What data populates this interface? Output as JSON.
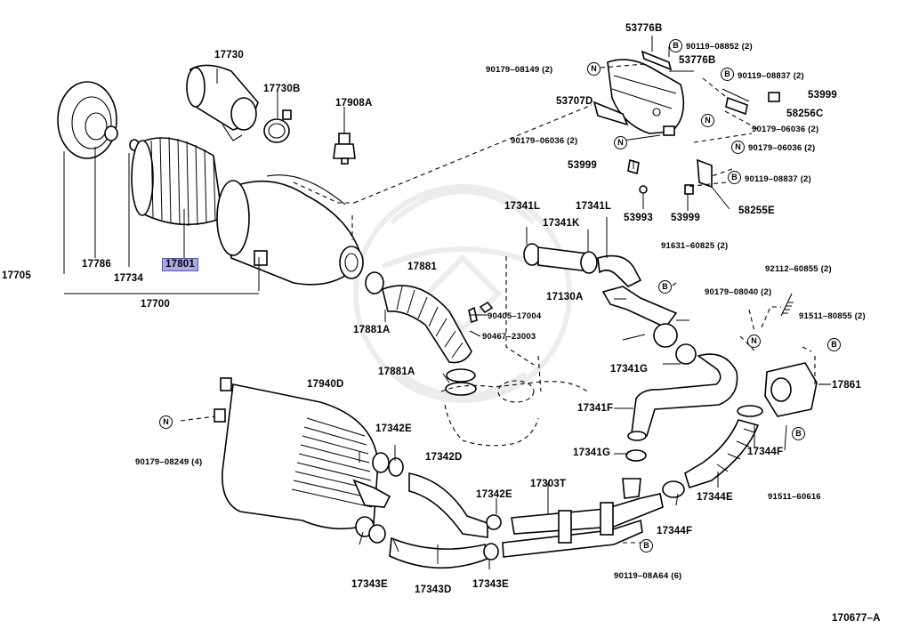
{
  "diagram_code": "170677–A",
  "selected_part": "17801",
  "badge_letters": {
    "nut": "N",
    "bolt": "B"
  },
  "labels": {
    "p17705": "17705",
    "p17786": "17786",
    "p17734": "17734",
    "p17801": "17801",
    "p17700": "17700",
    "p17730": "17730",
    "p17730B": "17730B",
    "p17908A": "17908A",
    "p53776B_a": "53776B",
    "p53776B_b": "53776B",
    "p90119_08852": "90119–08852 (2)",
    "p90179_08149": "90179–08149 (2)",
    "p90119_08837_a": "90119–08837 (2)",
    "p53707D": "53707D",
    "p53999_a": "53999",
    "p58256C": "58256C",
    "p90179_06036_a": "90179–06036 (2)",
    "p90179_06036_b": "90179–06036 (2)",
    "p90179_06036_c": "90179–06036 (2)",
    "p53999_b": "53999",
    "p90119_08837_b": "90119–08837 (2)",
    "p53993": "53993",
    "p53999_c": "53999",
    "p58255E": "58255E",
    "p17341L_a": "17341L",
    "p17341L_b": "17341L",
    "p17341K": "17341K",
    "p91631_60825": "91631–60825 (2)",
    "p17881": "17881",
    "p17130A": "17130A",
    "p92112_60855": "92112–60855 (2)",
    "p90179_08040": "90179–08040 (2)",
    "p91511_80855": "91511–80855 (2)",
    "p90405_17004": "90405–17004",
    "p90467_23003": "90467–23003",
    "p17881A_a": "17881A",
    "p17881A_b": "17881A",
    "p17341G_a": "17341G",
    "p17861": "17861",
    "p17940D": "17940D",
    "p17341F": "17341F",
    "p90179_08249": "90179–08249 (4)",
    "p17342E_a": "17342E",
    "p17342D": "17342D",
    "p17341G_b": "17341G",
    "p17344F_a": "17344F",
    "p17303T": "17303T",
    "p17342E_b": "17342E",
    "p17344E": "17344E",
    "p91511_60616": "91511–60616",
    "p17344F_b": "17344F",
    "p90119_08A64": "90119–08A64 (6)",
    "p17343E_a": "17343E",
    "p17343D": "17343D",
    "p17343E_b": "17343E"
  }
}
